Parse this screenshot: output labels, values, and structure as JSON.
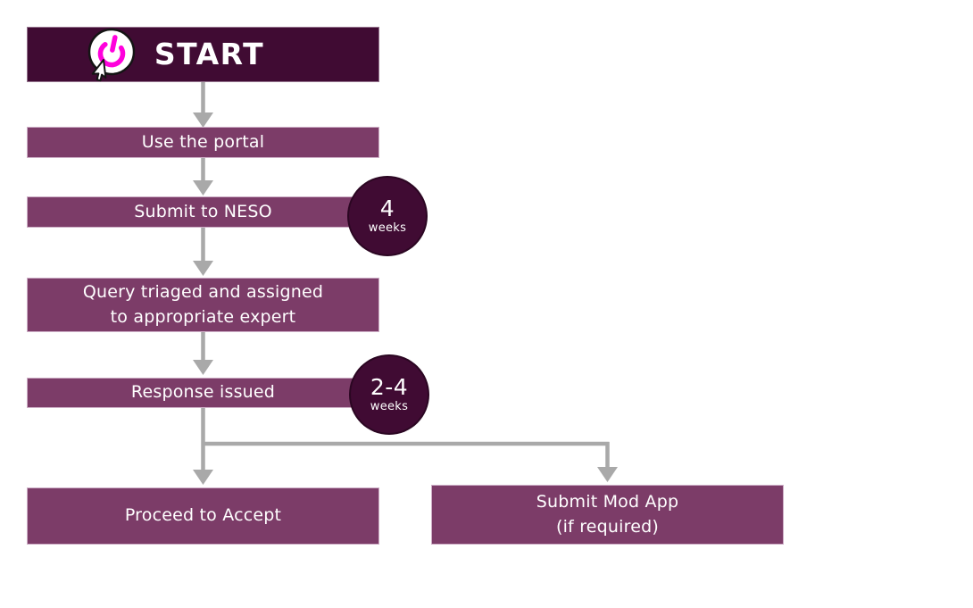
{
  "nodes": {
    "start": {
      "label": "START"
    },
    "portal": {
      "label": "Use the portal"
    },
    "submit": {
      "label": "Submit to NESO"
    },
    "triage": {
      "line1": "Query triaged and assigned",
      "line2": "to appropriate expert"
    },
    "response": {
      "label": "Response issued"
    },
    "accept": {
      "label": "Proceed to Accept"
    },
    "modapp": {
      "line1": "Submit Mod App",
      "line2": "(if required)"
    }
  },
  "badges": {
    "submit": {
      "value": "4",
      "unit": "weeks"
    },
    "response": {
      "value": "2-4",
      "unit": "weeks"
    }
  },
  "icons": {
    "start": "power-click-icon"
  },
  "colors": {
    "dark_purple": "#400B33",
    "medium_purple": "#7C3C68",
    "arrow_gray": "#A9A9A9",
    "icon_magenta": "#FF00DC",
    "text": "#FFFFFF",
    "background": "#FFFFFF"
  }
}
